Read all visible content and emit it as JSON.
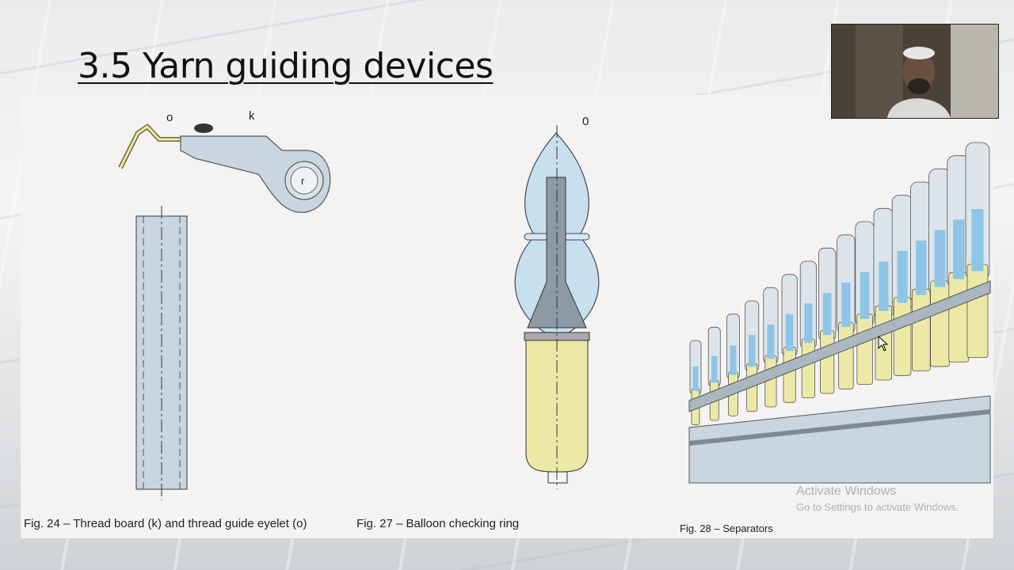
{
  "slide": {
    "title": "3.5 Yarn guiding devices"
  },
  "figures": {
    "fig24": {
      "caption": "Fig. 24 – Thread board (k) and thread guide eyelet (o)",
      "labels": {
        "o": "o",
        "k": "k",
        "r": "r"
      }
    },
    "fig27": {
      "caption": "Fig. 27 – Balloon checking ring",
      "labels": {
        "top": "0"
      }
    },
    "fig28": {
      "caption": "Fig. 28 – Separators"
    }
  },
  "watermark": {
    "line1": "Activate Windows",
    "line2": "Go to Settings to activate Windows."
  },
  "colors": {
    "steel_blue": "#c9d6df",
    "yarn_yellow": "#ece9a6",
    "light_blue": "#b9d9ec",
    "dark_grey": "#8e9aa3"
  }
}
